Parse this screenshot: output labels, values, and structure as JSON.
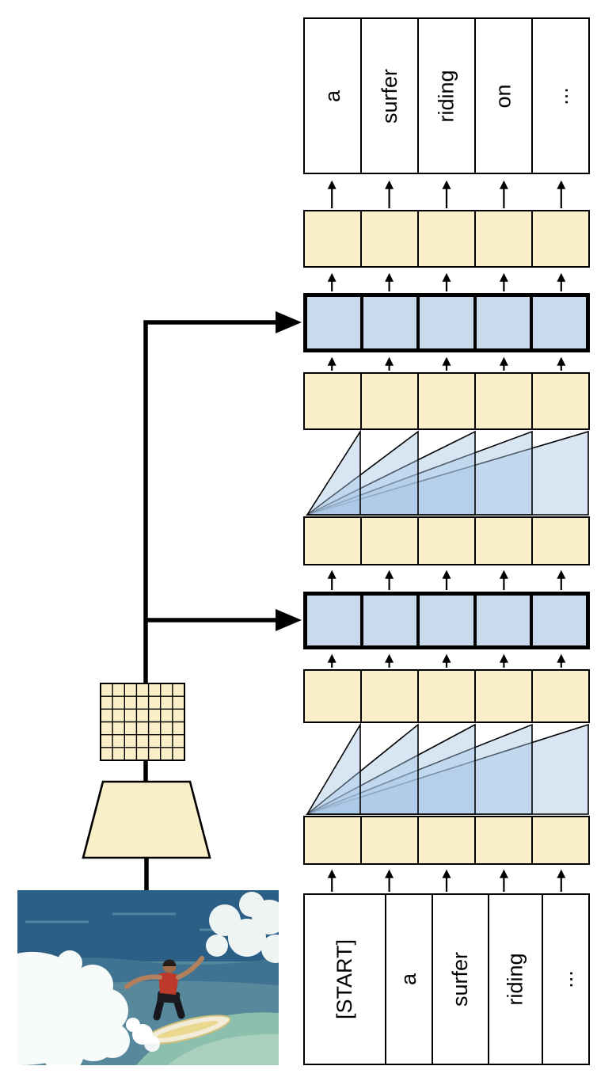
{
  "tokens": {
    "input": [
      "[START]",
      "a",
      "surfer",
      "riding",
      "..."
    ],
    "output": [
      "a",
      "surfer",
      "riding",
      "on",
      "..."
    ]
  },
  "colors": {
    "layer_yellow": "#fbefc9",
    "cross_attention_blue": "#c9daec",
    "attention_fan_blue": "#a9c7e6",
    "connector_black": "#000000",
    "token_box_white": "#ffffff"
  }
}
